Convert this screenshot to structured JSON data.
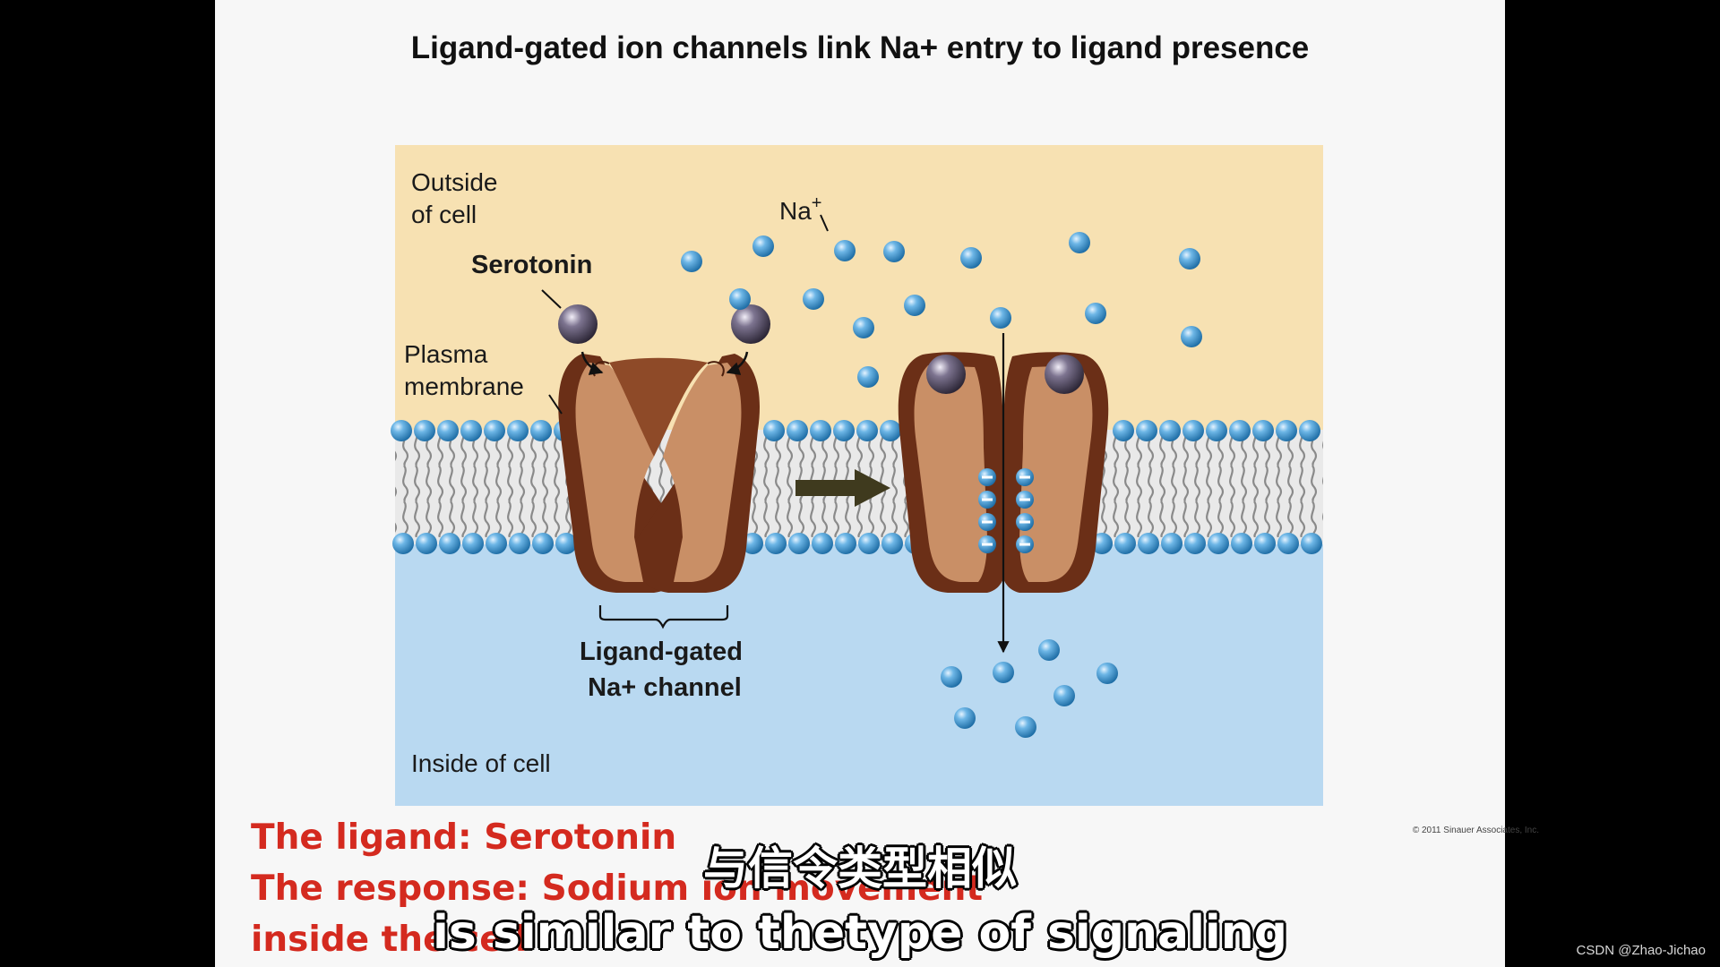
{
  "slide": {
    "title": "Ligand-gated ion channels link Na+ entry to ligand presence"
  },
  "diagram": {
    "labels": {
      "outside_cell": [
        "Outside",
        "of cell"
      ],
      "sodium": "Na",
      "sodium_charge": "+",
      "serotonin": "Serotonin",
      "plasma_membrane": [
        "Plasma",
        "membrane"
      ],
      "channel": [
        "Ligand-gated",
        "Na+ channel"
      ],
      "inside_cell": "Inside of cell"
    },
    "copyright": "© 2011 Sinauer Associates, Inc.",
    "colors": {
      "extracellular": "#f7e1b2",
      "intracellular": "#b9d9f1",
      "phospholipid_head": "#4b9fd6",
      "channel_protein": "#8a4a2c",
      "serotonin": "#5f5870",
      "sodium_ion": "#3d98d3"
    }
  },
  "caption": {
    "line1": "The ligand: Serotonin",
    "line2": "The response: Sodium ion movement",
    "line3": "inside the cell"
  },
  "subtitles": {
    "zh": "与信令类型相似",
    "en": "is similar to thetype of signaling"
  },
  "watermark": "CSDN @Zhao-Jichao"
}
